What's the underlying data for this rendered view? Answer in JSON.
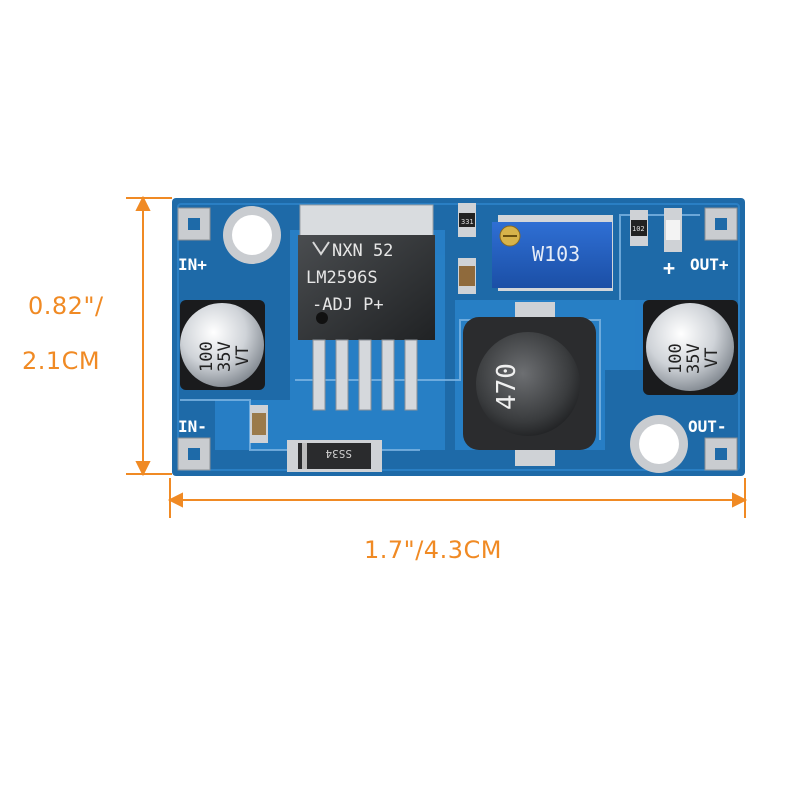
{
  "dimensions": {
    "height_inch": "0.82\"/",
    "height_cm": "2.1CM",
    "width": "1.7\"/4.3CM",
    "accent_color": "#f08a24"
  },
  "board": {
    "pad_labels": {
      "in_plus": "IN+",
      "in_minus": "IN-",
      "out_plus": "OUT+",
      "out_minus": "OUT-",
      "plus_sign": "+"
    },
    "regulator_ic": {
      "line1": "NXN 52",
      "line2": "LM2596S",
      "line3": "-ADJ P+"
    },
    "potentiometer": {
      "label": "W103"
    },
    "inductor": {
      "label": "470"
    },
    "diode": {
      "label": "SS34"
    },
    "resistor_labels": {
      "top_left": "331",
      "top_right": "102"
    },
    "capacitors": [
      {
        "line1": "100",
        "line2": "35V",
        "line3": "VT"
      },
      {
        "line1": "100",
        "line2": "35V",
        "line3": "VT"
      }
    ],
    "pcb_color": "#1e6aa8"
  }
}
